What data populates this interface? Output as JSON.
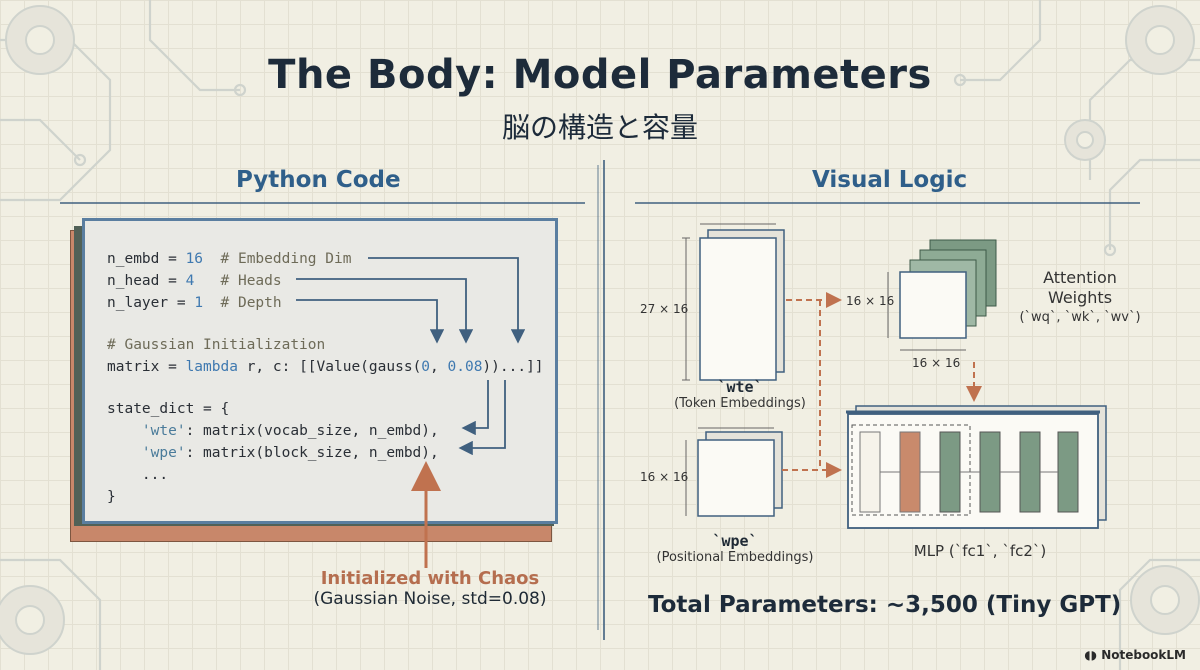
{
  "title": "The Body: Model Parameters",
  "subtitle": "脳の構造と容量",
  "left_section_title": "Python Code",
  "right_section_title": "Visual Logic",
  "code": {
    "line1_var": "n_embd = ",
    "line1_num": "16",
    "line1_comment": "  # Embedding Dim",
    "line2_var": "n_head = ",
    "line2_num": "4",
    "line2_comment": "   # Heads",
    "line3_var": "n_layer = ",
    "line3_num": "1",
    "line3_comment": "  # Depth",
    "line4": "# Gaussian Initialization",
    "line5_a": "matrix = ",
    "line5_kw": "lambda",
    "line5_b": " r, c: [[Value(gauss(",
    "line5_n1": "0",
    "line5_c": ", ",
    "line5_n2": "0.08",
    "line5_d": "))...]]",
    "line6": "state_dict = {",
    "line7_key": "'wte'",
    "line7_rest": ": matrix(vocab_size, n_embd),",
    "line8_key": "'wpe'",
    "line8_rest": ": matrix(block_size, n_embd),",
    "line9": "...",
    "line10": "}"
  },
  "chaos": {
    "title": "Initialized with Chaos",
    "subtitle": "(Gaussian Noise, std=0.08)"
  },
  "visual": {
    "wte_dim": "27 × 16",
    "wte_name": "`wte`",
    "wte_desc": "(Token Embeddings)",
    "wpe_dim": "16 × 16",
    "wpe_name": "`wpe`",
    "wpe_desc": "(Positional Embeddings)",
    "attn_dim_left": "16 × 16",
    "attn_dim_bottom": "16 × 16",
    "attn_title_1": "Attention",
    "attn_title_2": "Weights",
    "attn_names": "(`wq`, `wk`, `wv`)",
    "mlp_label": "MLP (`fc1`, `fc2`)"
  },
  "total": "Total Parameters: ~3,500 (Tiny GPT)",
  "brand": "NotebookLM",
  "colors": {
    "accent_blue": "#3f79b0",
    "accent_orange": "#c0724f",
    "green": "#7c9a84",
    "background": "#f1efe3"
  }
}
